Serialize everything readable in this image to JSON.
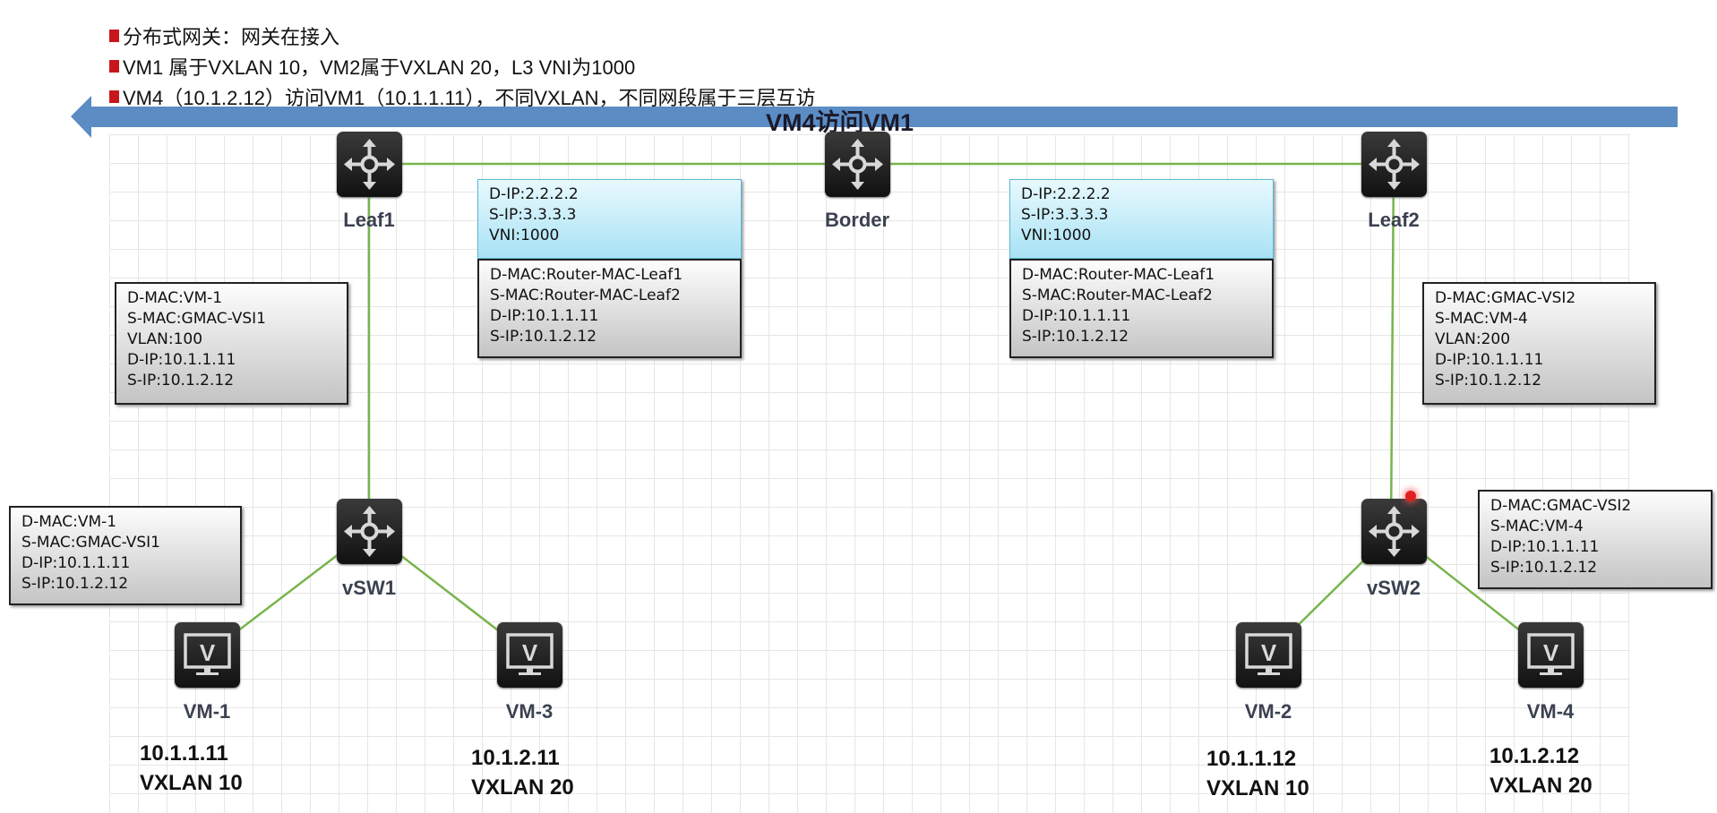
{
  "bullets": [
    "分布式网关：网关在接入",
    "VM1 属于VXLAN 10，VM2属于VXLAN 20，L3 VNI为1000",
    "VM4（10.1.2.12）访问VM1（10.1.1.11），不同VXLAN，不同网段属于三层互访"
  ],
  "arrow_label": "VM4访问VM1",
  "devices": {
    "leaf1": "Leaf1",
    "border": "Border",
    "leaf2": "Leaf2",
    "vsw1": "vSW1",
    "vsw2": "vSW2"
  },
  "vms": [
    {
      "name": "VM-1",
      "ip": "10.1.1.11",
      "vxlan": "VXLAN 10"
    },
    {
      "name": "VM-3",
      "ip": "10.1.2.11",
      "vxlan": "VXLAN 20"
    },
    {
      "name": "VM-2",
      "ip": "10.1.1.12",
      "vxlan": "VXLAN 10"
    },
    {
      "name": "VM-4",
      "ip": "10.1.2.12",
      "vxlan": "VXLAN 20"
    }
  ],
  "boxes": {
    "a_outer": [
      "D-IP:2.2.2.2",
      "S-IP:3.3.3.3",
      "VNI:1000"
    ],
    "a_inner": [
      "D-MAC:Router-MAC-Leaf1",
      "S-MAC:Router-MAC-Leaf2",
      "D-IP:10.1.1.11",
      "S-IP:10.1.2.12"
    ],
    "b_outer": [
      "D-IP:2.2.2.2",
      "S-IP:3.3.3.3",
      "VNI:1000"
    ],
    "b_inner": [
      "D-MAC:Router-MAC-Leaf1",
      "S-MAC:Router-MAC-Leaf2",
      "D-IP:10.1.1.11",
      "S-IP:10.1.2.12"
    ],
    "c": [
      "D-MAC:VM-1",
      "S-MAC:GMAC-VSI1",
      "VLAN:100",
      "D-IP:10.1.1.11",
      "S-IP:10.1.2.12"
    ],
    "d": [
      "D-MAC:GMAC-VSI2",
      "S-MAC:VM-4",
      "VLAN:200",
      "D-IP:10.1.1.11",
      "S-IP:10.1.2.12"
    ],
    "e": [
      "D-MAC:VM-1",
      "S-MAC:GMAC-VSI1",
      "D-IP:10.1.1.11",
      "S-IP:10.1.2.12"
    ],
    "f": [
      "D-MAC:GMAC-VSI2",
      "S-MAC:VM-4",
      "D-IP:10.1.1.11",
      "S-IP:10.1.2.12"
    ]
  },
  "colors": {
    "arrow": "#5b8cc4",
    "link": "#77b54c",
    "bullet": "#c8161d"
  }
}
